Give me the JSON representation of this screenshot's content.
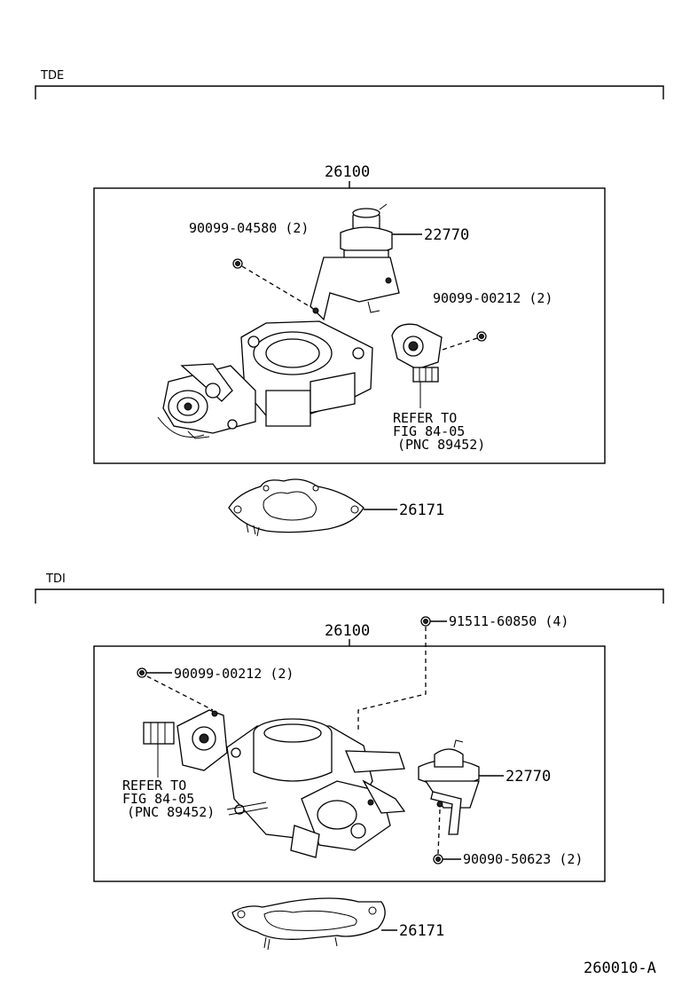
{
  "tde": {
    "section_label": "TDE",
    "assembly_number": "26100",
    "bolt_label": "90099-04580 (2)",
    "valve_label": "22770",
    "screw_label": "90099-00212 (2)",
    "refer_line1": "REFER TO",
    "refer_line2": "FIG 84-05",
    "refer_line3": "(PNC 89452)",
    "gasket_label": "26171"
  },
  "tdi": {
    "section_label": "TDI",
    "assembly_number": "26100",
    "bolt_top_label": "91511-60850 (4)",
    "screw_label": "90099-00212 (2)",
    "refer_line1": "REFER TO",
    "refer_line2": "FIG 84-05",
    "refer_line3": "(PNC 89452)",
    "valve_label": "22770",
    "bolt_bottom_label": "90090-50623 (2)",
    "gasket_label": "26171"
  },
  "figure_id": "260010-A"
}
